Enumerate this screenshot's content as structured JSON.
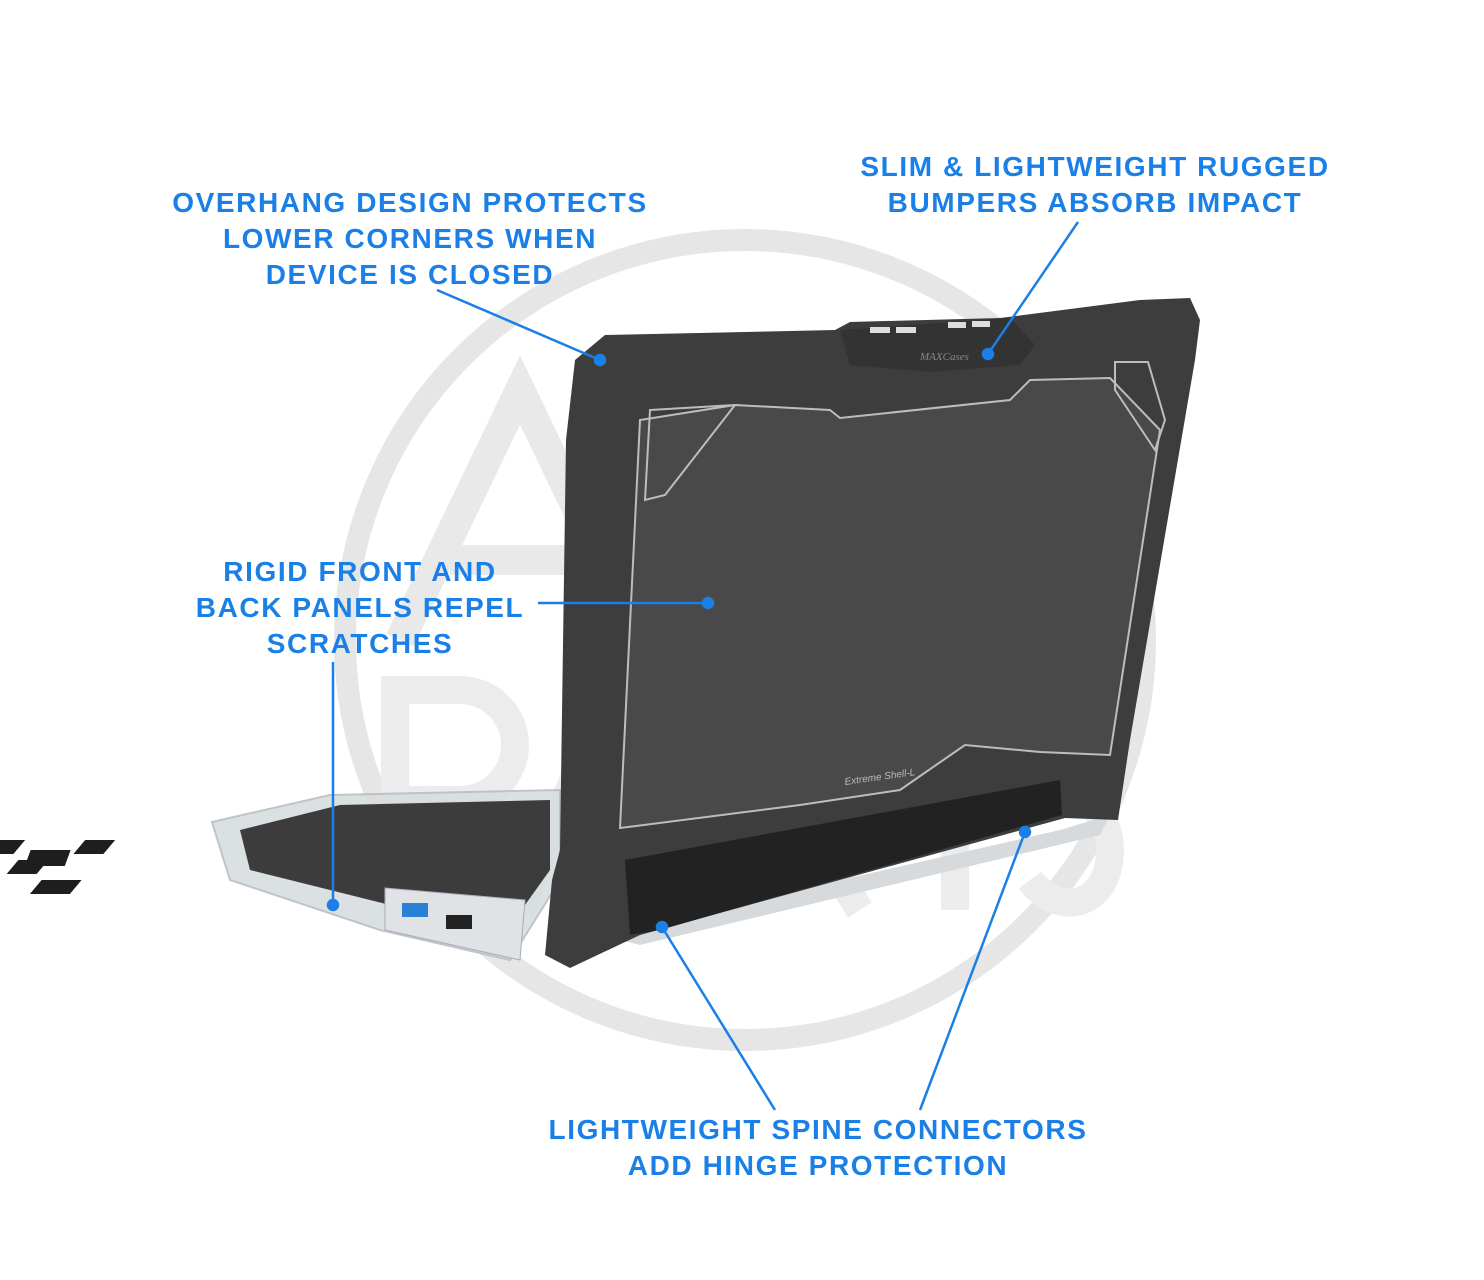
{
  "watermark": {
    "text_top": "AGI",
    "text_bottom": "PARTS"
  },
  "product": {
    "brand_logo": "MAXCases",
    "model_label": "Extreme Shell-L"
  },
  "accent_color": "#1a7fe6",
  "callouts": [
    {
      "id": "overhang",
      "lines": [
        "OVERHANG DESIGN PROTECTS",
        "LOWER CORNERS WHEN",
        "DEVICE IS CLOSED"
      ]
    },
    {
      "id": "bumpers",
      "lines": [
        "SLIM & LIGHTWEIGHT RUGGED",
        "BUMPERS ABSORB IMPACT"
      ]
    },
    {
      "id": "panels",
      "lines": [
        "RIGID FRONT AND",
        "BACK PANELS REPEL",
        "SCRATCHES"
      ]
    },
    {
      "id": "spine",
      "lines": [
        "LIGHTWEIGHT SPINE CONNECTORS",
        "ADD HINGE PROTECTION"
      ]
    }
  ]
}
